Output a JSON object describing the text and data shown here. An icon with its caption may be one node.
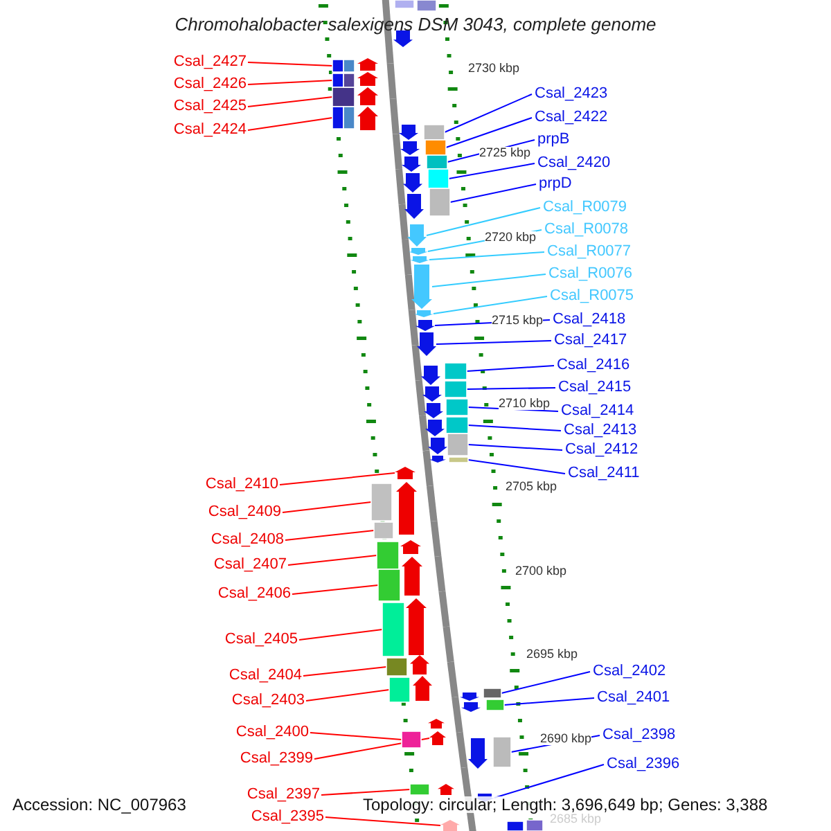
{
  "diagram": {
    "title": "Chromohalobacter salexigens DSM 3043, complete genome",
    "nodes": [
      {
        "text": [
          "Csal_2427"
        ]
      },
      {
        "text": [
          "Csal_2426"
        ]
      },
      {
        "text": [
          "Csal_2425"
        ]
      },
      {
        "text": [
          "Csal_2424"
        ]
      },
      {
        "text": [
          "Csal_2423"
        ]
      },
      {
        "text": [
          "Csal_2422"
        ]
      },
      {
        "text": [
          "prpB"
        ]
      },
      {
        "text": [
          "Csal_2420"
        ]
      },
      {
        "text": [
          "prpD"
        ]
      },
      {
        "text": [
          "Csal_R0079"
        ]
      },
      {
        "text": [
          "Csal_R0078"
        ]
      },
      {
        "text": [
          "Csal_R0077"
        ]
      },
      {
        "text": [
          "Csal_R0076"
        ]
      },
      {
        "text": [
          "Csal_R0075"
        ]
      },
      {
        "text": [
          "Csal_2418"
        ]
      },
      {
        "text": [
          "Csal_2417"
        ]
      },
      {
        "text": [
          "Csal_2416"
        ]
      },
      {
        "text": [
          "Csal_2415"
        ]
      },
      {
        "text": [
          "Csal_2414"
        ]
      },
      {
        "text": [
          "Csal_2413"
        ]
      },
      {
        "text": [
          "Csal_2412"
        ]
      },
      {
        "text": [
          "Csal_2411"
        ]
      },
      {
        "text": [
          "Csal_2410"
        ]
      },
      {
        "text": [
          "Csal_2409"
        ]
      },
      {
        "text": [
          "Csal_2408"
        ]
      },
      {
        "text": [
          "Csal_2407"
        ]
      },
      {
        "text": [
          "Csal_2406"
        ]
      },
      {
        "text": [
          "Csal_2405"
        ]
      },
      {
        "text": [
          "Csal_2404"
        ]
      },
      {
        "text": [
          "Csal_2403"
        ]
      },
      {
        "text": [
          "Csal_2400"
        ]
      },
      {
        "text": [
          "Csal_2399"
        ]
      },
      {
        "text": [
          "Csal_2397"
        ]
      },
      {
        "text": [
          "Csal_2395"
        ]
      },
      {
        "text": [
          "Csal_2402"
        ]
      },
      {
        "text": [
          "Csal_2401"
        ]
      },
      {
        "text": [
          "Csal_2398"
        ]
      },
      {
        "text": [
          "Csal_2396"
        ]
      },
      {
        "text": [],
        "shape": "box"
      },
      {
        "text": [],
        "shape": "box"
      },
      {
        "text": [],
        "shape": "box"
      },
      {
        "text": [],
        "shape": "box"
      },
      {
        "text": [],
        "shape": "box"
      },
      {
        "text": [],
        "shape": "box"
      },
      {
        "text": [],
        "shape": "box"
      },
      {
        "text": [],
        "shape": "box"
      },
      {
        "text": [],
        "shape": "box"
      },
      {
        "text": [],
        "shape": "arrow"
      },
      {
        "text": [],
        "shape": "arrow"
      },
      {
        "text": [],
        "shape": "arrow"
      },
      {
        "text": [],
        "shape": "arrow"
      },
      {
        "text": [],
        "shape": "arrow"
      },
      {
        "text": [],
        "shape": "arrow"
      },
      {
        "text": [],
        "shape": "arrow"
      },
      {
        "text": [],
        "shape": "box"
      },
      {
        "text": [],
        "shape": "box"
      },
      {
        "text": [],
        "shape": "box"
      },
      {
        "text": [],
        "shape": "box"
      },
      {
        "text": [],
        "shape": "box"
      },
      {
        "text": [],
        "shape": "box"
      },
      {
        "text": [],
        "shape": "arrow"
      },
      {
        "text": [],
        "shape": "box"
      },
      {
        "text": [],
        "shape": "box"
      },
      {
        "text": [],
        "shape": "box"
      },
      {
        "text": [],
        "shape": "box"
      },
      {
        "text": [],
        "shape": "box"
      },
      {
        "text": [],
        "shape": "box"
      },
      {
        "text": [],
        "shape": "box"
      },
      {
        "text": [],
        "shape": "box"
      },
      {
        "text": [],
        "shape": "arrow"
      },
      {
        "text": [],
        "shape": "box"
      },
      {
        "text": [],
        "shape": "arrow"
      },
      {
        "text": [],
        "shape": "box"
      },
      {
        "text": [],
        "shape": "box"
      },
      {
        "text": [],
        "shape": "box"
      },
      {
        "text": [],
        "shape": "arrow"
      },
      {
        "text": [],
        "shape": "box"
      },
      {
        "text": [],
        "shape": "box"
      },
      {
        "text": [],
        "shape": "box"
      },
      {
        "text": [],
        "shape": "box"
      },
      {
        "text": [],
        "shape": "box"
      },
      {
        "text": [],
        "shape": "box"
      },
      {
        "text": [],
        "shape": "box"
      },
      {
        "text": [],
        "shape": "arrow"
      },
      {
        "text": [],
        "shape": "arrow"
      },
      {
        "text": [],
        "shape": "arrow"
      },
      {
        "text": [],
        "shape": "arrow"
      },
      {
        "text": [],
        "shape": "arrow"
      },
      {
        "text": [],
        "shape": "arrow"
      },
      {
        "text": [],
        "shape": "arrow"
      },
      {
        "text": [],
        "shape": "arrow"
      },
      {
        "text": [],
        "shape": "arrow"
      },
      {
        "text": [],
        "shape": "arrow"
      },
      {
        "text": [],
        "shape": "arrow"
      },
      {
        "text": [],
        "shape": "arrow"
      },
      {
        "text": [],
        "shape": "arrow"
      },
      {
        "text": [],
        "shape": "arrow"
      },
      {
        "text": [],
        "shape": "arrow"
      },
      {
        "text": [],
        "shape": "arrow"
      },
      {
        "text": [],
        "shape": "arrow"
      },
      {
        "text": [],
        "shape": "arrow"
      },
      {
        "text": [],
        "shape": "arrow"
      },
      {
        "text": [],
        "shape": "arrow"
      },
      {
        "text": [],
        "shape": "arrow"
      },
      {
        "text": [],
        "shape": "arrow"
      },
      {
        "text": [],
        "shape": "arrow"
      },
      {
        "text": [],
        "shape": "arrow"
      },
      {
        "text": [],
        "shape": "arrow"
      },
      {
        "text": [],
        "shape": "arrow"
      },
      {
        "text": [],
        "shape": "arrow"
      }
    ],
    "edges": [
      {
        "from": 0,
        "to": 38,
        "arrow": "none",
        "color": "#ff0000"
      },
      {
        "from": 1,
        "to": 39,
        "arrow": "none",
        "color": "#ff0000"
      },
      {
        "from": 2,
        "to": 40,
        "arrow": "none",
        "color": "#ff0000"
      },
      {
        "from": 3,
        "to": 41,
        "arrow": "none",
        "color": "#ff0000"
      },
      {
        "from": 4,
        "to": 42,
        "arrow": "none"
      },
      {
        "from": 5,
        "to": 43,
        "arrow": "none"
      },
      {
        "from": 6,
        "to": 44,
        "arrow": "none"
      },
      {
        "from": 7,
        "to": 45,
        "arrow": "none"
      },
      {
        "from": 8,
        "to": 46,
        "arrow": "none"
      },
      {
        "from": 9,
        "to": 47,
        "arrow": "none",
        "color": "#33ccff"
      },
      {
        "from": 10,
        "to": 48,
        "arrow": "none",
        "color": "#33ccff"
      },
      {
        "from": 11,
        "to": 49,
        "arrow": "none",
        "color": "#33ccff"
      },
      {
        "from": 12,
        "to": 50,
        "arrow": "none",
        "color": "#33ccff"
      },
      {
        "from": 13,
        "to": 51,
        "arrow": "none",
        "color": "#33ccff"
      },
      {
        "from": 14,
        "to": 52,
        "arrow": "none"
      },
      {
        "from": 15,
        "to": 53,
        "arrow": "none"
      },
      {
        "from": 16,
        "to": 54,
        "arrow": "none"
      },
      {
        "from": 17,
        "to": 55,
        "arrow": "none"
      },
      {
        "from": 18,
        "to": 56,
        "arrow": "none"
      },
      {
        "from": 19,
        "to": 57,
        "arrow": "none"
      },
      {
        "from": 20,
        "to": 58,
        "arrow": "none"
      },
      {
        "from": 21,
        "to": 59,
        "arrow": "none"
      },
      {
        "from": 22,
        "to": 60,
        "arrow": "none",
        "color": "#ff0000"
      },
      {
        "from": 23,
        "to": 61,
        "arrow": "none",
        "color": "#ff0000"
      },
      {
        "from": 24,
        "to": 62,
        "arrow": "none",
        "color": "#ff0000"
      },
      {
        "from": 25,
        "to": 63,
        "arrow": "none",
        "color": "#ff0000"
      },
      {
        "from": 26,
        "to": 64,
        "arrow": "none",
        "color": "#ff0000"
      },
      {
        "from": 27,
        "to": 65,
        "arrow": "none",
        "color": "#ff0000"
      },
      {
        "from": 28,
        "to": 66,
        "arrow": "none",
        "color": "#ff0000"
      },
      {
        "from": 29,
        "to": 67,
        "arrow": "none",
        "color": "#ff0000"
      },
      {
        "from": 30,
        "to": 68,
        "arrow": "none",
        "color": "#ff0000"
      },
      {
        "from": 31,
        "to": 69,
        "arrow": "none",
        "color": "#ff0000"
      },
      {
        "from": 32,
        "to": 70,
        "arrow": "none",
        "color": "#ff0000"
      },
      {
        "from": 33,
        "to": 71,
        "arrow": "none",
        "color": "#ff0000"
      },
      {
        "from": 34,
        "to": 72,
        "arrow": "none"
      },
      {
        "from": 35,
        "to": 73,
        "arrow": "none"
      },
      {
        "from": 36,
        "to": 74,
        "arrow": "none"
      },
      {
        "from": 37,
        "to": 75,
        "arrow": "none"
      }
    ],
    "labels": [
      "2730 kbp",
      "2725 kbp",
      "2720 kbp",
      "2715 kbp",
      "2710 kbp",
      "2705 kbp",
      "2700 kbp",
      "2695 kbp",
      "2690 kbp",
      "2685 kbp",
      "Accession: NC_007963",
      "Topology: circular; Length: 3,696,649 bp; Genes: 3,388"
    ]
  }
}
